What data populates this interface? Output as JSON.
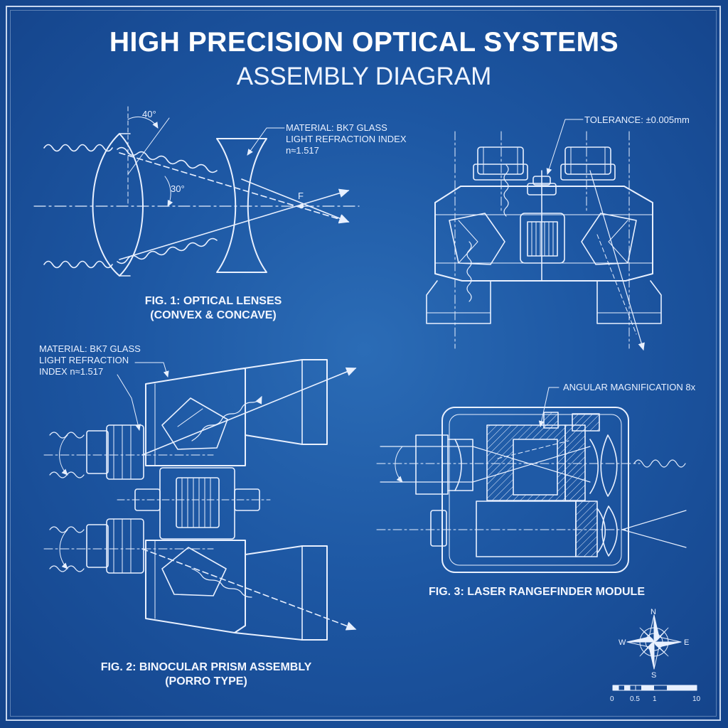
{
  "title": "HIGH PRECISION OPTICAL SYSTEMS",
  "subtitle": "ASSEMBLY DIAGRAM",
  "fig1": {
    "angle_top": "40°",
    "angle_mid": "30°",
    "focal_label": "F",
    "material_note": "MATERIAL: BK7 GLASS\nLIGHT REFRACTION INDEX\nn≈1.517",
    "caption_line1": "FIG. 1: OPTICAL LENSES",
    "caption_line2": "(CONVEX & CONCAVE)"
  },
  "fig_binoc": {
    "tolerance_note": "TOLERANCE: ±0.005mm"
  },
  "fig2": {
    "material_note": "MATERIAL: BK7 GLASS\nLIGHT REFRACTION\nINDEX n≈1.517",
    "caption_line1": "FIG. 2: BINOCULAR PRISM ASSEMBLY",
    "caption_line2": "(PORRO TYPE)"
  },
  "fig3": {
    "magnification_note": "ANGULAR MAGNIFICATION 8x",
    "caption": "FIG. 3: LASER RANGEFINDER MODULE"
  },
  "compass": {
    "n": "N",
    "s": "S",
    "e": "E",
    "w": "W"
  },
  "scale": {
    "ticks": [
      "0",
      "0.5",
      "1",
      "10"
    ]
  },
  "colors": {
    "background": "#1d57a3",
    "line": "#e8f0ff"
  }
}
